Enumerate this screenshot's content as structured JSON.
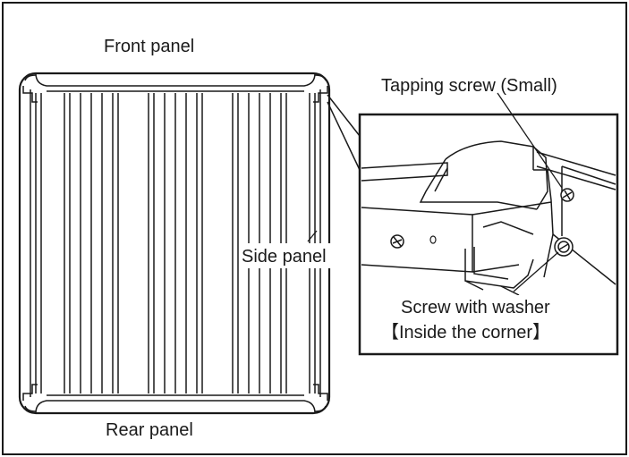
{
  "labels": {
    "front_panel": "Front panel",
    "rear_panel": "Rear panel",
    "side_panel": "Side panel",
    "tapping_screw": "Tapping screw (Small)",
    "screw_washer": "Screw with washer",
    "inside_corner": "【Inside the corner】"
  },
  "colors": {
    "line": "#1a1a1a",
    "background": "#ffffff"
  }
}
